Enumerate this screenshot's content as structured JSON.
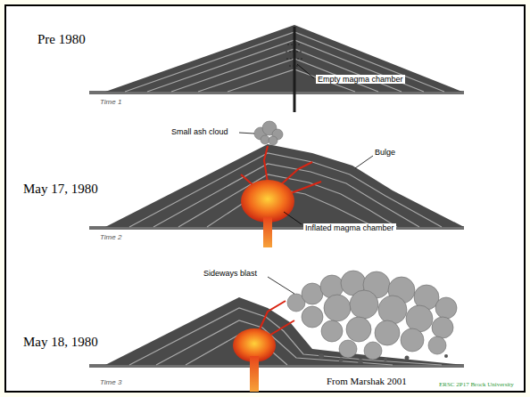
{
  "diagram": {
    "labels": [
      "Pre 1980",
      "Time 1",
      "Empty magma chamber",
      "Small ash cloud",
      "Bulge",
      "May 17, 1980",
      "Inflated magma chamber",
      "Time 2",
      "Sideways blast",
      "May 18, 1980",
      "From Marshak 2001",
      "Time 3",
      "ERSC 2P17 Brock University"
    ]
  }
}
